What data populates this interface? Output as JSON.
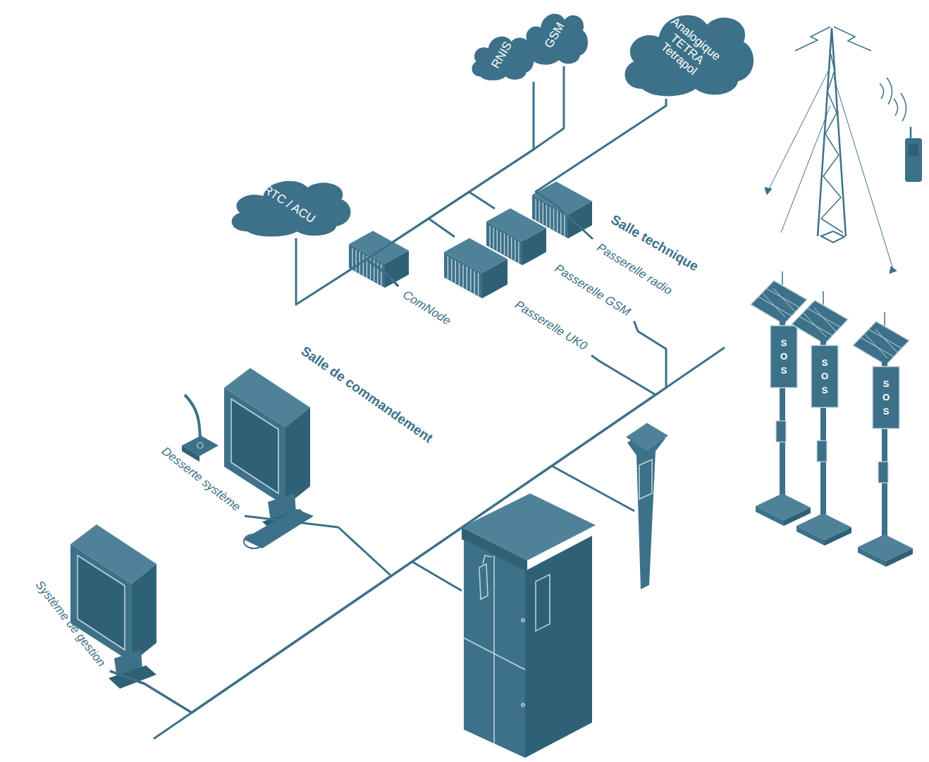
{
  "diagram": {
    "nodes": [
      {
        "text": [
          "RNIS"
        ]
      },
      {
        "text": [
          "GSM"
        ]
      },
      {
        "text": [
          "Analogique TETRA Tetrapol"
        ]
      },
      {
        "text": [
          "RTC / ACU"
        ]
      },
      {
        "text": [
          "Salle technique"
        ]
      },
      {
        "text": [
          "ComNode"
        ],
        "in": 4
      },
      {
        "text": [
          "Passerelle UK0"
        ],
        "in": 4
      },
      {
        "text": [
          "Passerelle GSM"
        ],
        "in": 4
      },
      {
        "text": [
          "Passerelle radio"
        ],
        "in": 4
      },
      {
        "text": [
          "Salle de commandement"
        ]
      },
      {
        "text": [
          "Desserte système"
        ],
        "in": 9
      },
      {
        "text": [
          "Système de gestion"
        ]
      }
    ],
    "edges": [
      {
        "from": 0,
        "to": 5,
        "arrow": "none"
      },
      {
        "from": 1,
        "to": 5,
        "arrow": "none"
      },
      {
        "from": 3,
        "to": 5,
        "arrow": "none"
      },
      {
        "from": 2,
        "to": 8,
        "arrow": "none"
      },
      {
        "from": 6,
        "to": 11,
        "arrow": "none"
      },
      {
        "from": 7,
        "to": 11,
        "arrow": "none"
      },
      {
        "from": 10,
        "to": 11,
        "arrow": "none"
      }
    ],
    "labels": [
      "SOS",
      "SOS",
      "SOS"
    ]
  }
}
